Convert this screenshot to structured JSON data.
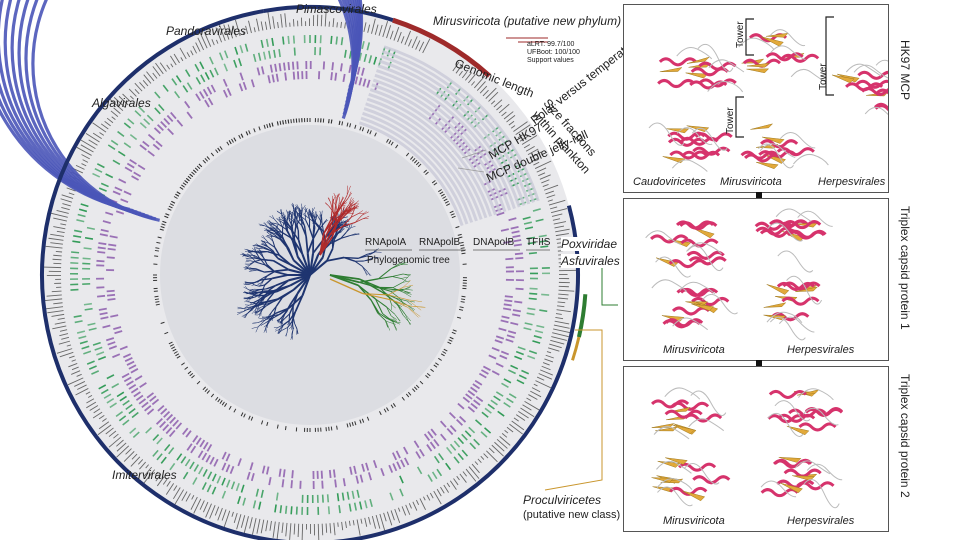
{
  "clades": {
    "pimascovirales": "Pimascovirales",
    "mirusviricota": "Mirusviricota (putative new phylum)",
    "pandoravirales": "Pandoravirales",
    "algavirales": "Algavirales",
    "imitervirales": "Imitervirales",
    "poxviridae": "Poxviridae",
    "asfuvirales": "Asfuvirales",
    "proculviricetes": "Proculviricetes",
    "proculviricetes_note": "(putative new class)"
  },
  "support": {
    "alrt": "aLRT: 99.7/100",
    "ufboot": "UFBoot: 100/100",
    "caption": "Support values"
  },
  "ring_labels": {
    "genomic_length": "Genomic length",
    "size_fractions": "Size fractions",
    "within_plankton": "within plankton",
    "polar": "Polar versus temperate",
    "mcp_hk97": "MCP HK97",
    "mcp_djr": "MCP double jelly-roll"
  },
  "tree": {
    "genes": [
      "RNApolA",
      "RNApolB",
      "DNApolB",
      "TFIIS"
    ],
    "caption": "Phylogenomic tree"
  },
  "panel_hk97": {
    "tower_1": "Tower",
    "tower_2": "Tower",
    "tower_3": "Tower",
    "group_1": "Caudoviricetes",
    "group_2": "Mirusviricota",
    "group_3": "Herpesvirales",
    "side": "HK97 MCP"
  },
  "panel_triplex1": {
    "group_1": "Mirusviricota",
    "group_2": "Herpesvirales",
    "side": "Triplex capsid protein 1"
  },
  "panel_triplex2": {
    "group_1": "Mirusviricota",
    "group_2": "Herpesvirales",
    "side": "Triplex capsid protein 2"
  },
  "colors": {
    "ring_blue": "#4a55b8",
    "ring_purple": "#7a3fa0",
    "ring_green": "#2f9a55",
    "outer_navy": "#1e2f6b",
    "mirus_red": "#9e2a2a",
    "helix_pink": "#d6336c",
    "sheet_gold": "#e2a93a",
    "tree_navy": "#1f3570",
    "tree_red": "#b02a2a",
    "tree_green": "#2e7d32",
    "tree_gold": "#c9962d"
  }
}
